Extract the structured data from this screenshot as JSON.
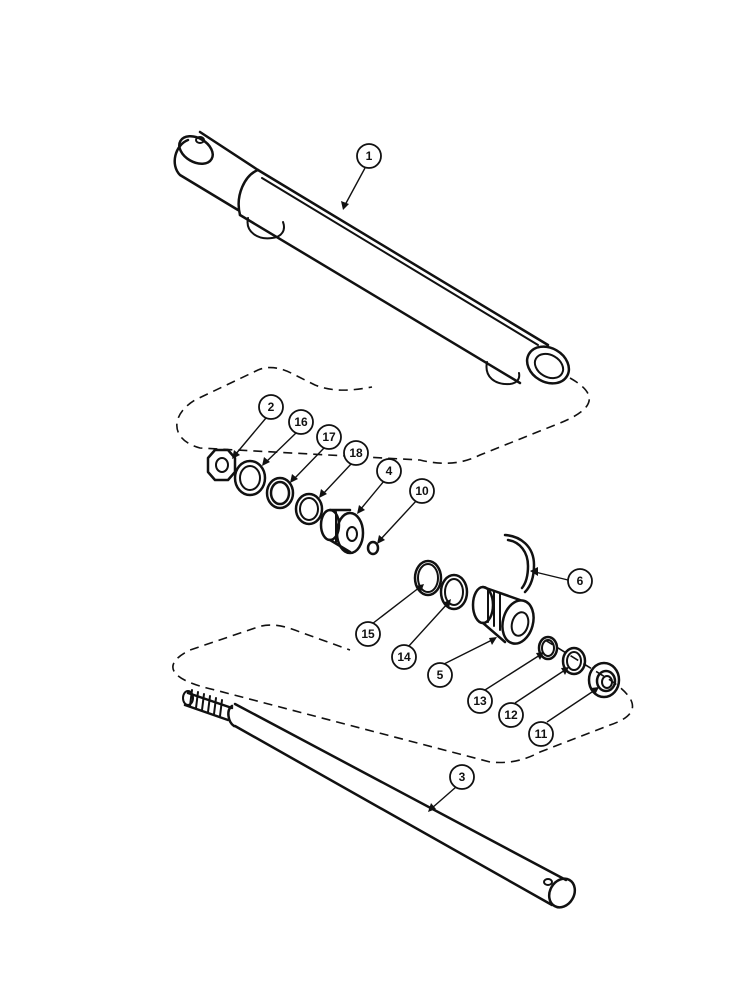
{
  "callouts": {
    "c1": "1",
    "c2": "2",
    "c3": "3",
    "c4": "4",
    "c5": "5",
    "c6": "6",
    "c10": "10",
    "c11": "11",
    "c12": "12",
    "c13": "13",
    "c14": "14",
    "c15": "15",
    "c16": "16",
    "c17": "17",
    "c18": "18"
  }
}
